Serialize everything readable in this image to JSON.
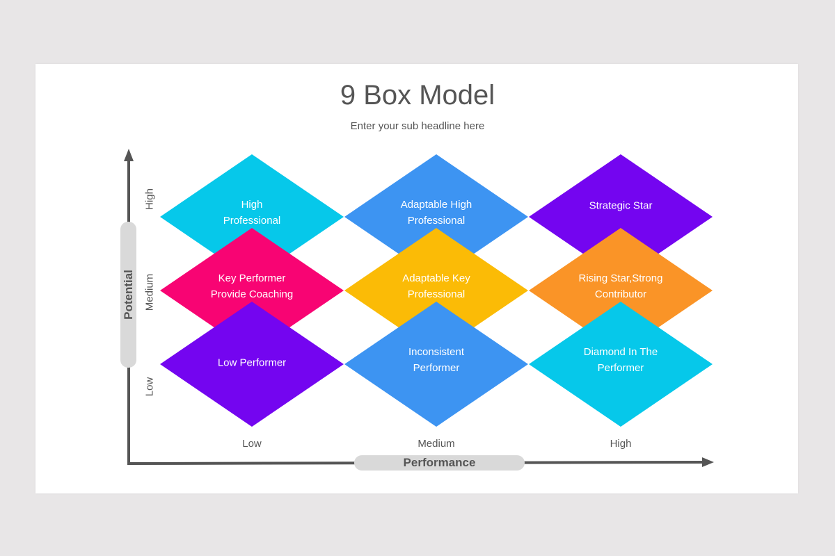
{
  "title": "9 Box Model",
  "subtitle": "Enter your sub headline here",
  "x_axis": {
    "label": "Performance",
    "levels": [
      "Low",
      "Medium",
      "High"
    ]
  },
  "y_axis": {
    "label": "Potential",
    "levels": [
      "High",
      "Medium",
      "Low"
    ]
  },
  "colors": {
    "axis": "#555555",
    "pill": "#d9d9d9",
    "text": "#555555"
  },
  "boxes": [
    {
      "row": 0,
      "col": 0,
      "lines": [
        "High",
        "Professional"
      ],
      "color": "#06c8ea"
    },
    {
      "row": 0,
      "col": 1,
      "lines": [
        "Adaptable High",
        "Professional"
      ],
      "color": "#3d94f2"
    },
    {
      "row": 0,
      "col": 2,
      "lines": [
        "Strategic Star"
      ],
      "color": "#7405f0"
    },
    {
      "row": 1,
      "col": 0,
      "lines": [
        "Key Performer",
        "Provide Coaching"
      ],
      "color": "#f80473"
    },
    {
      "row": 1,
      "col": 1,
      "lines": [
        "Adaptable Key",
        "Professional"
      ],
      "color": "#fbbb06"
    },
    {
      "row": 1,
      "col": 2,
      "lines": [
        "Rising Star,Strong",
        "Contributor"
      ],
      "color": "#fa9427"
    },
    {
      "row": 2,
      "col": 0,
      "lines": [
        "Low Performer"
      ],
      "color": "#7405f0"
    },
    {
      "row": 2,
      "col": 1,
      "lines": [
        "Inconsistent",
        "Performer"
      ],
      "color": "#3d94f2"
    },
    {
      "row": 2,
      "col": 2,
      "lines": [
        "Diamond In The",
        "Performer"
      ],
      "color": "#06c8ea"
    }
  ]
}
